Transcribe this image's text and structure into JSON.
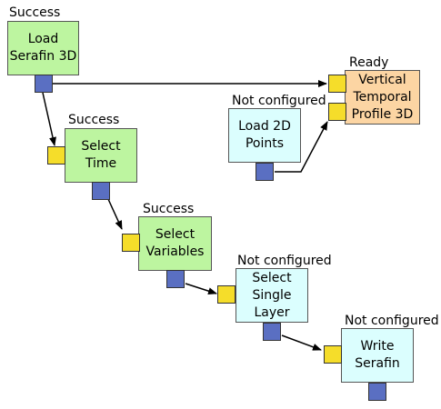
{
  "colors": {
    "success": "#bdf5a0",
    "not_configured": "#dbfefe",
    "ready": "#fcd5a3",
    "output_port": "#5a6fc2",
    "input_port": "#f5dd2a",
    "edge": "#000000"
  },
  "nodes": {
    "load_serafin": {
      "status": "Success",
      "label": "Load\nSerafin 3D"
    },
    "select_time": {
      "status": "Success",
      "label": "Select\nTime"
    },
    "select_variables": {
      "status": "Success",
      "label": "Select\nVariables"
    },
    "select_single_layer": {
      "status": "Not configured",
      "label": "Select\nSingle\nLayer"
    },
    "write_serafin": {
      "status": "Not configured",
      "label": "Write\nSerafin"
    },
    "load_2d_points": {
      "status": "Not configured",
      "label": "Load 2D\nPoints"
    },
    "vertical_profile": {
      "status": "Ready",
      "label": "Vertical\nTemporal\nProfile 3D"
    }
  }
}
